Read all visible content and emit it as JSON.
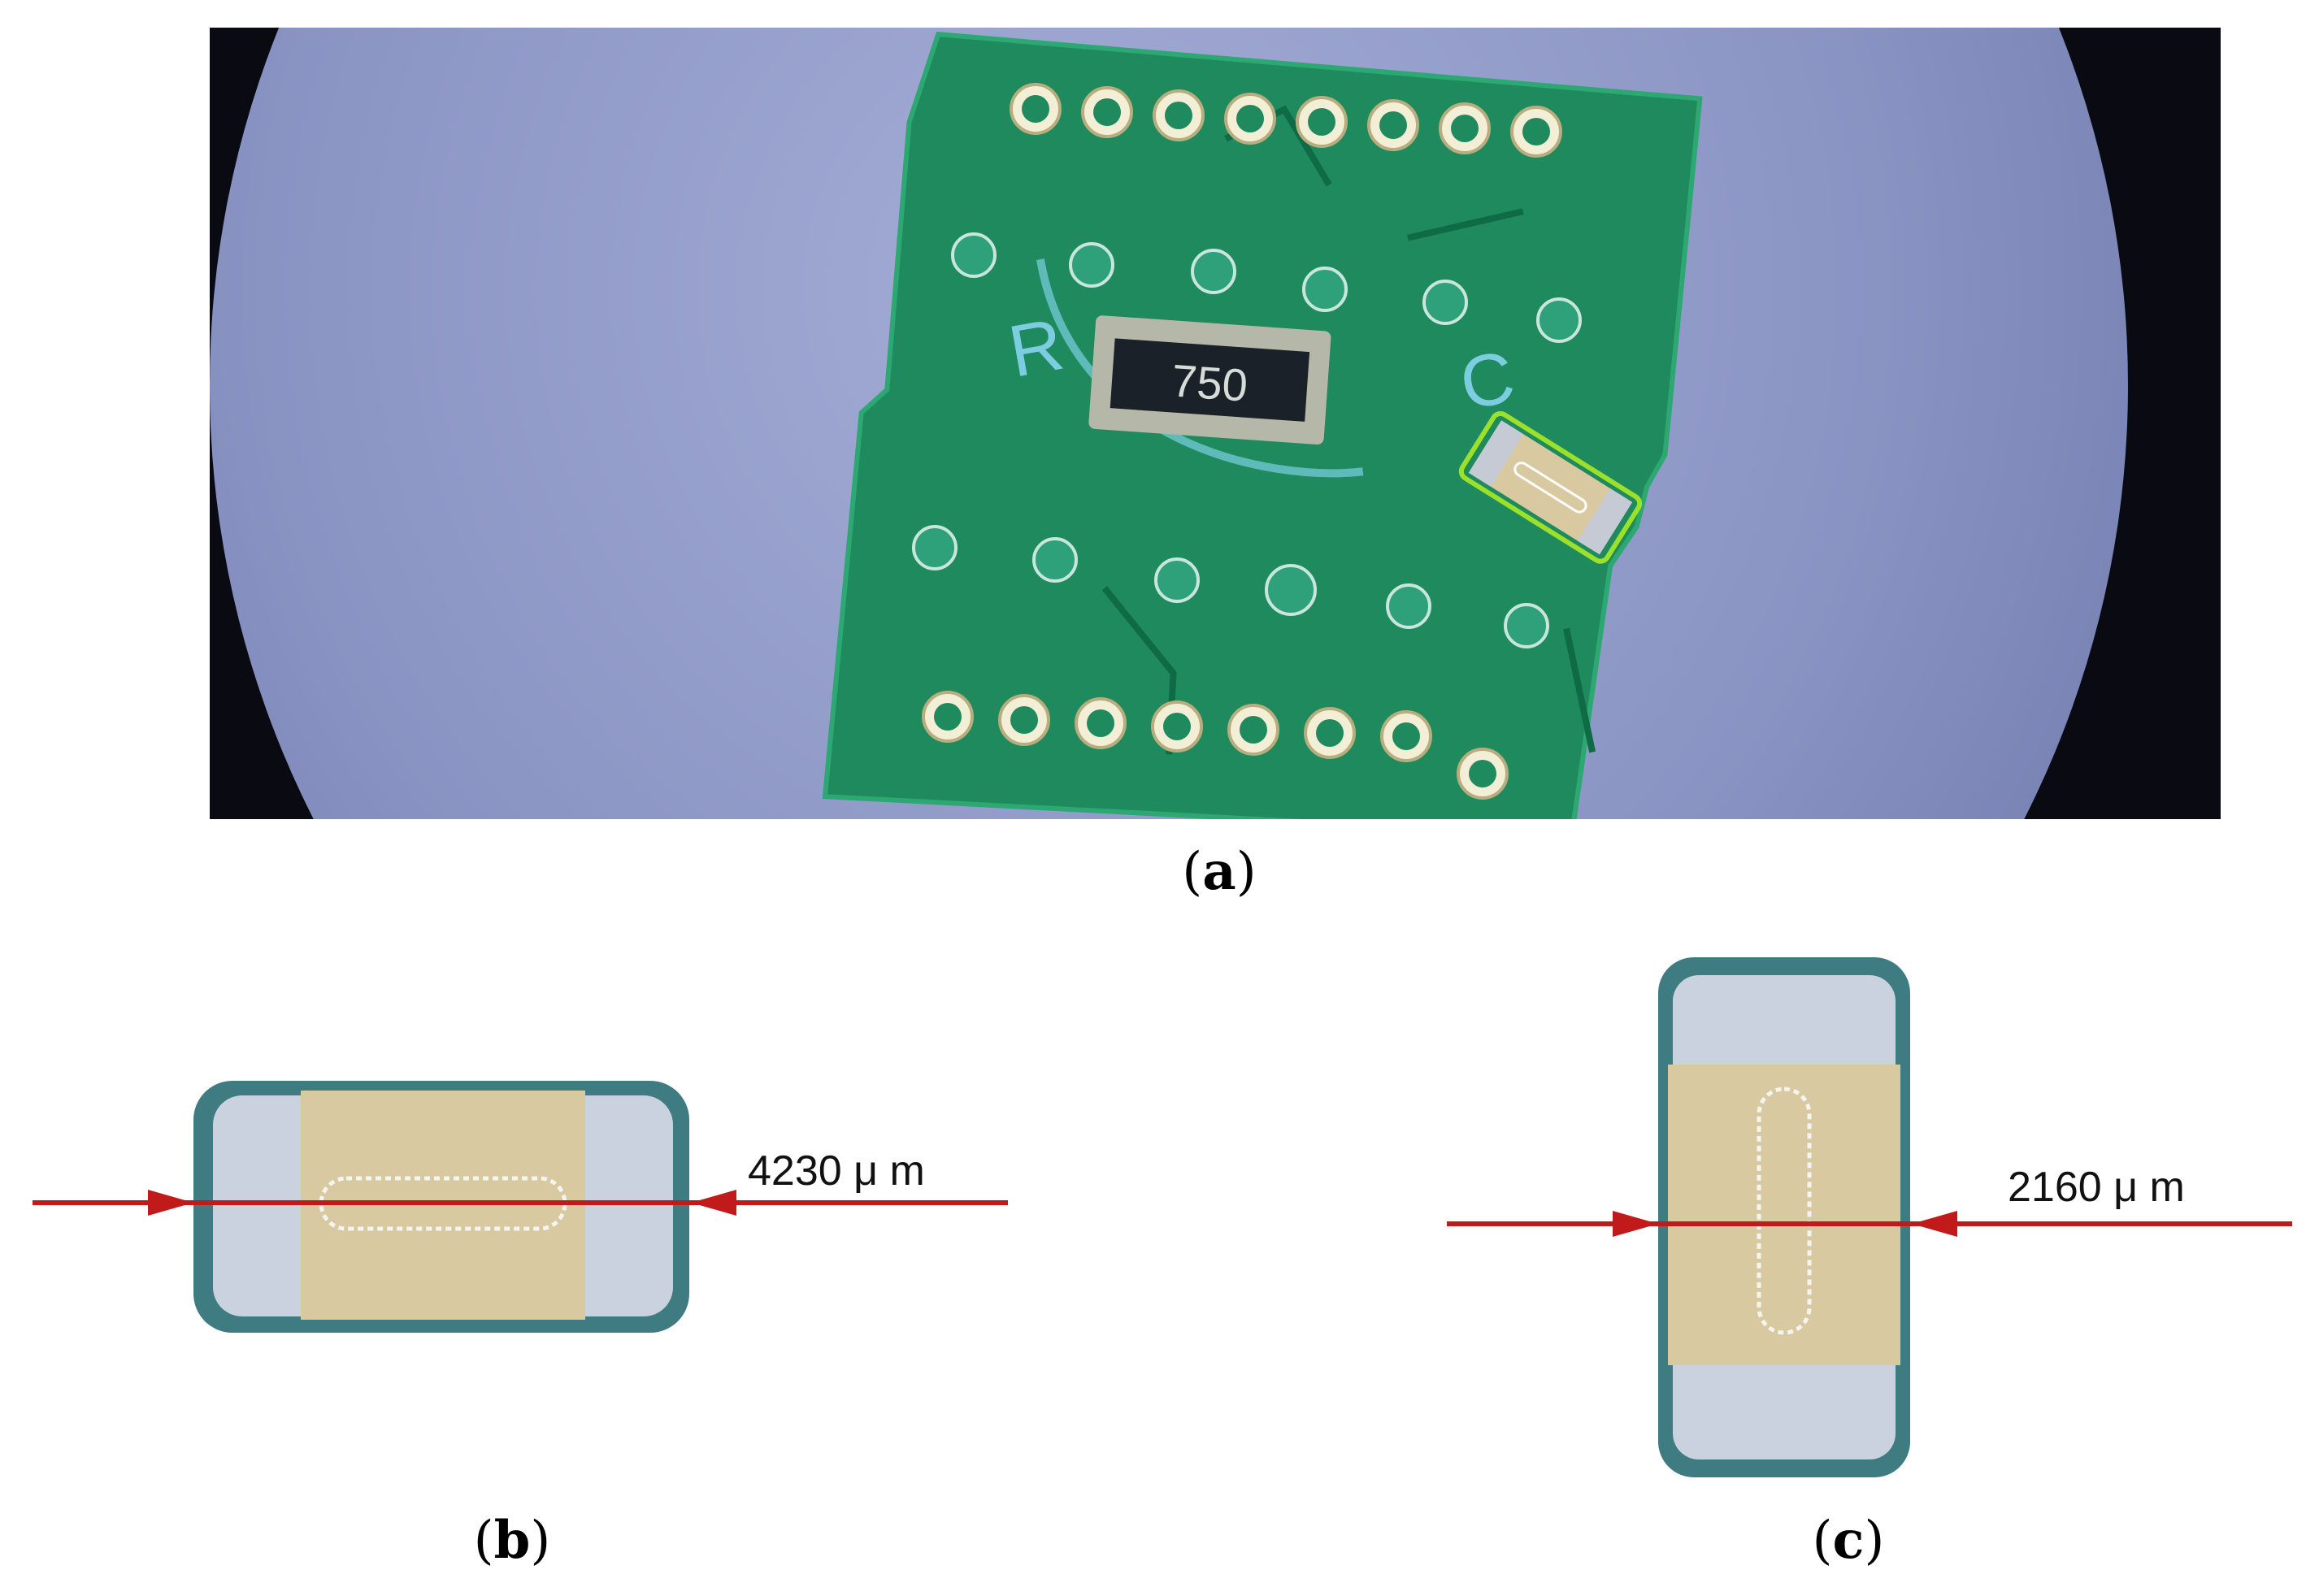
{
  "panels": {
    "a": {
      "label_open": "(",
      "letter": "a",
      "label_close": ")",
      "resistor_marking": "750",
      "silk_r": "R",
      "silk_c": "C"
    },
    "b": {
      "label_open": "(",
      "letter": "b",
      "label_close": ")",
      "measurement": "4230 μ m"
    },
    "c": {
      "label_open": "(",
      "letter": "c",
      "label_close": ")",
      "measurement": "2160 μ m"
    }
  },
  "colors": {
    "pcb": "#1f8a5e",
    "background_plate": "#8d97c6",
    "arrow": "#c01a1a",
    "highlight": "#9be02a",
    "ceramic": "#d8c9a0"
  }
}
